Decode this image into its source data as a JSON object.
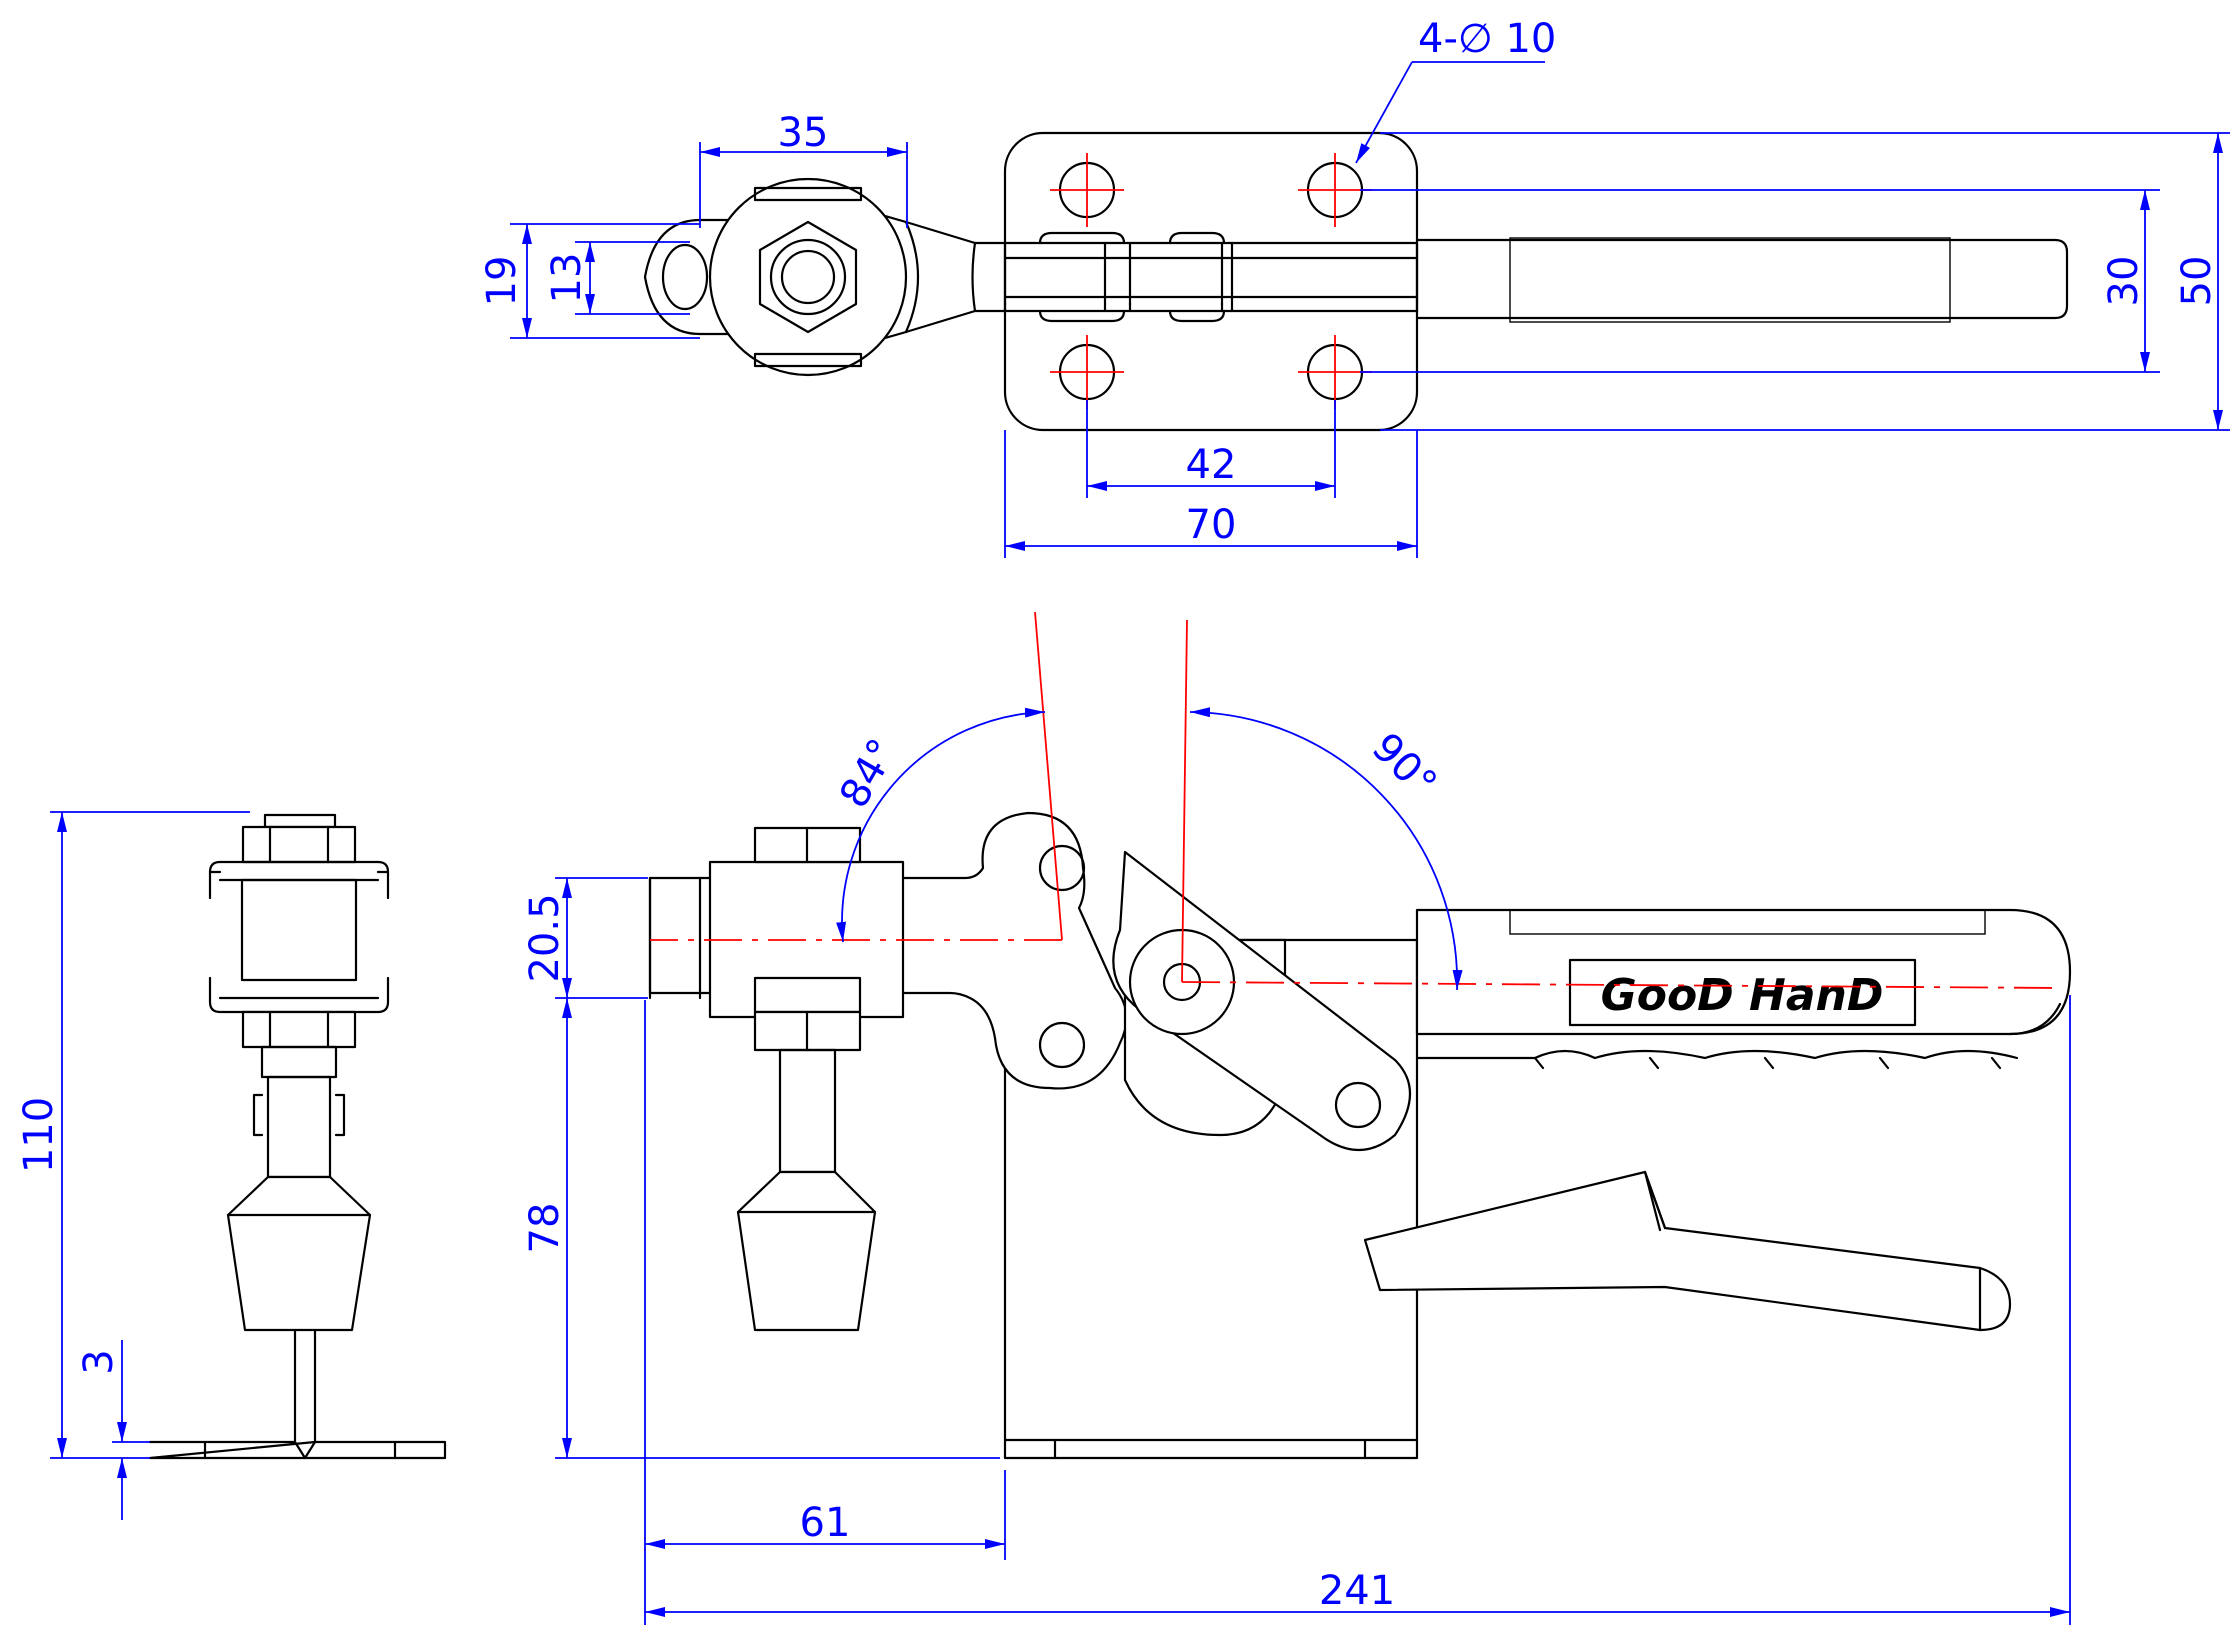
{
  "dimensions": {
    "top_width_35": "35",
    "hole_spec": "4-∅ 10",
    "height_19": "19",
    "height_13": "13",
    "holes_30": "30",
    "base_50": "50",
    "holes_42": "42",
    "base_70": "70",
    "angle_84": "84°",
    "angle_90": "90°",
    "spindle_20_5": "20.5",
    "height_78": "78",
    "offset_61": "61",
    "total_241": "241",
    "side_110": "110",
    "side_3": "3"
  },
  "label": {
    "brand": "GooD HanD"
  },
  "colors": {
    "outline": "#000000",
    "dimension": "#0000ff",
    "centerline": "#ff0000"
  }
}
